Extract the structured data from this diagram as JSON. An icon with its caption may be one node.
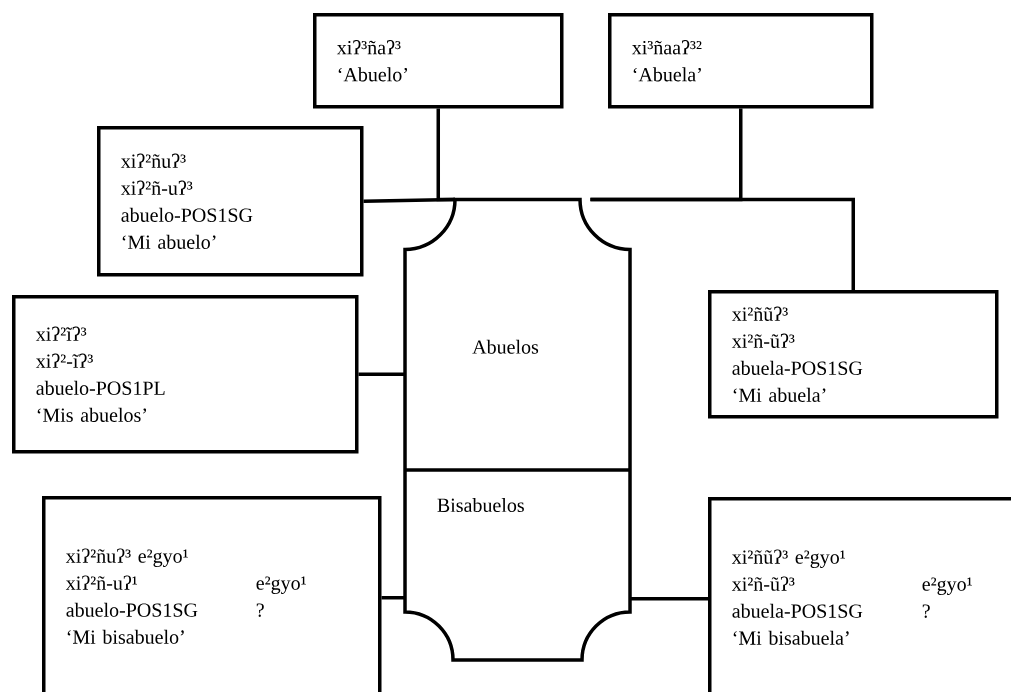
{
  "diagram": {
    "nodes": [
      {
        "text": [
          "xiʔ³ñaʔ³",
          "‘Abuelo’"
        ]
      },
      {
        "text": [
          "xi³ñaaʔ³²",
          "‘Abuela’"
        ]
      },
      {
        "text": [
          "xiʔ²ñuʔ³",
          "xiʔ²ñ-uʔ³",
          "abuelo-POS1SG",
          "‘Mi abuelo’"
        ]
      },
      {
        "text": [
          "xiʔ²ĩʔ³",
          "xiʔ²-ĩʔ³",
          "abuelo-POS1PL",
          "‘Mis abuelos’"
        ]
      },
      {
        "text": [
          "xi²ñũʔ³",
          "xi²ñ-ũʔ³",
          "abuela-POS1SG",
          "‘Mi abuela’"
        ]
      },
      {
        "text": [
          "xiʔ²ñuʔ³ e²gyo¹",
          "xiʔ²ñ-uʔ¹",
          "e²gyo¹",
          "abuelo-POS1SG",
          "?",
          "‘Mi bisabuelo’"
        ]
      },
      {
        "text": [
          "xi²ñũʔ³ e²gyo¹",
          "xi²ñ-ũʔ³",
          "e²gyo¹",
          "abuela-POS1SG",
          "?",
          "‘Mi bisabuela’"
        ]
      },
      {
        "text": [
          "Abuelos",
          "Bisabuelos"
        ]
      }
    ],
    "edges": [
      {
        "from": 0,
        "to": 7,
        "arrow": "none"
      },
      {
        "from": 1,
        "to": 7,
        "arrow": "none"
      },
      {
        "from": 2,
        "to": 7,
        "arrow": "none"
      },
      {
        "from": 7,
        "to": 4,
        "arrow": "none"
      },
      {
        "from": 3,
        "to": 7,
        "arrow": "none"
      },
      {
        "from": 5,
        "to": 7,
        "arrow": "none"
      },
      {
        "from": 6,
        "to": 7,
        "arrow": "none"
      }
    ]
  }
}
